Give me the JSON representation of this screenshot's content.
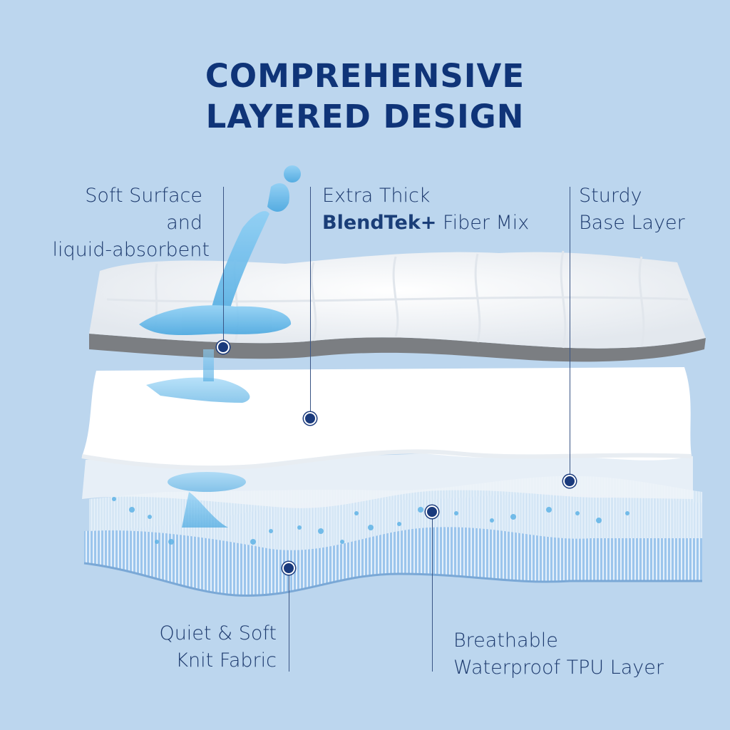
{
  "title": {
    "line1": "COMPREHENSIVE",
    "line2": "LAYERED DESIGN"
  },
  "labels": {
    "soft_surface": {
      "line1": "Soft Surface",
      "line2": "and",
      "line3": "liquid-absorbent"
    },
    "extra_thick": {
      "line1": "Extra Thick",
      "bold": "BlendTek+",
      "rest": " Fiber Mix"
    },
    "sturdy_base": {
      "line1": "Sturdy",
      "line2": "Base Layer"
    },
    "quiet_soft": {
      "line1": "Quiet & Soft",
      "line2": "Knit Fabric"
    },
    "breathable": {
      "line1": "Breathable",
      "line2": "Waterproof TPU Layer"
    }
  },
  "layers": [
    {
      "name": "Quilted top surface",
      "color": "#f7f9fb",
      "edge": "#7b7e82"
    },
    {
      "name": "BlendTek+ fiber fill",
      "color": "#ffffff"
    },
    {
      "name": "Base layer",
      "color": "#e6edf4"
    },
    {
      "name": "Waterproof TPU layer",
      "color": "#cfe2f4"
    },
    {
      "name": "Knit fabric",
      "color": "#8ebbe6"
    }
  ],
  "colors": {
    "background": "#bcd6ee",
    "title": "#0f3478",
    "text": "#1d3a6e",
    "marker": "#1a3a7c",
    "water": "#6cc0ee"
  }
}
